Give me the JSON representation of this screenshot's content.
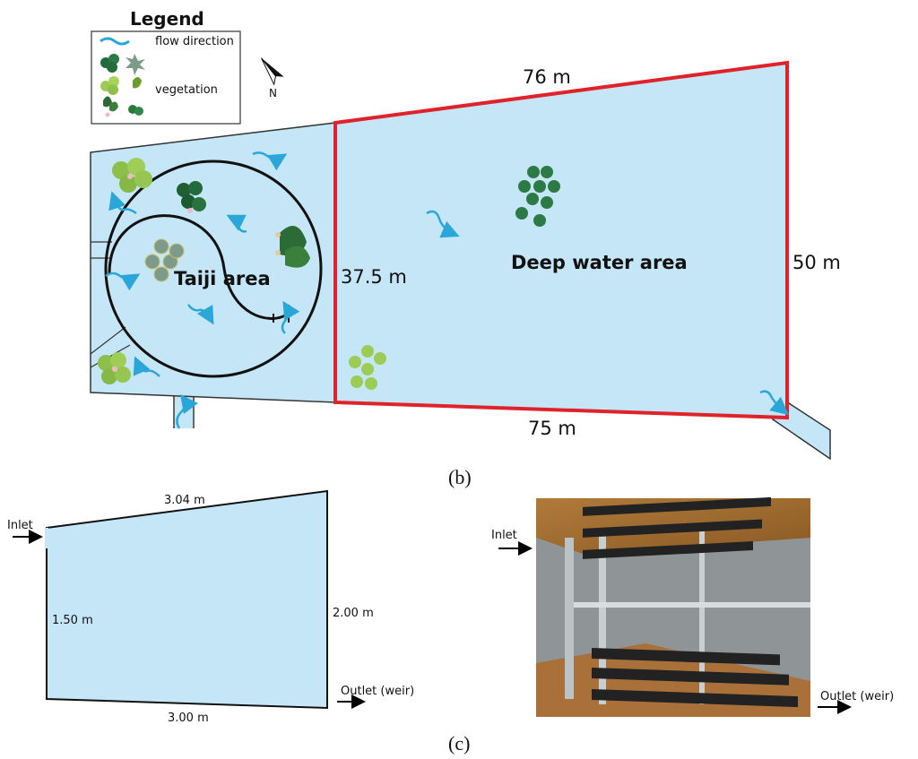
{
  "legend": {
    "title": "Legend",
    "flow_label": "flow direction",
    "vegetation_label": "vegetation",
    "flow_icon": "wave-arrow-icon",
    "vegetation_icon": "aquatic-plant-icon"
  },
  "plan": {
    "taiji_label": "Taiji area",
    "deep_label": "Deep water area",
    "dim_top": "76 m",
    "dim_bottom": "75 m",
    "dim_left": "37.5 m",
    "dim_right": "50 m",
    "caption": "(b)",
    "colors": {
      "water": "#c5e6f7",
      "boundary": "#e0222a",
      "flow": "#2aa7d8"
    }
  },
  "lab": {
    "inlet": "Inlet",
    "outlet": "Outlet (weir)",
    "dim_top": "3.04 m",
    "dim_bottom": "3.00 m",
    "dim_left": "1.50 m",
    "dim_right": "2.00 m",
    "caption": "(c)"
  },
  "photo": {
    "inlet": "Inlet",
    "outlet": "Outlet (weir)"
  }
}
